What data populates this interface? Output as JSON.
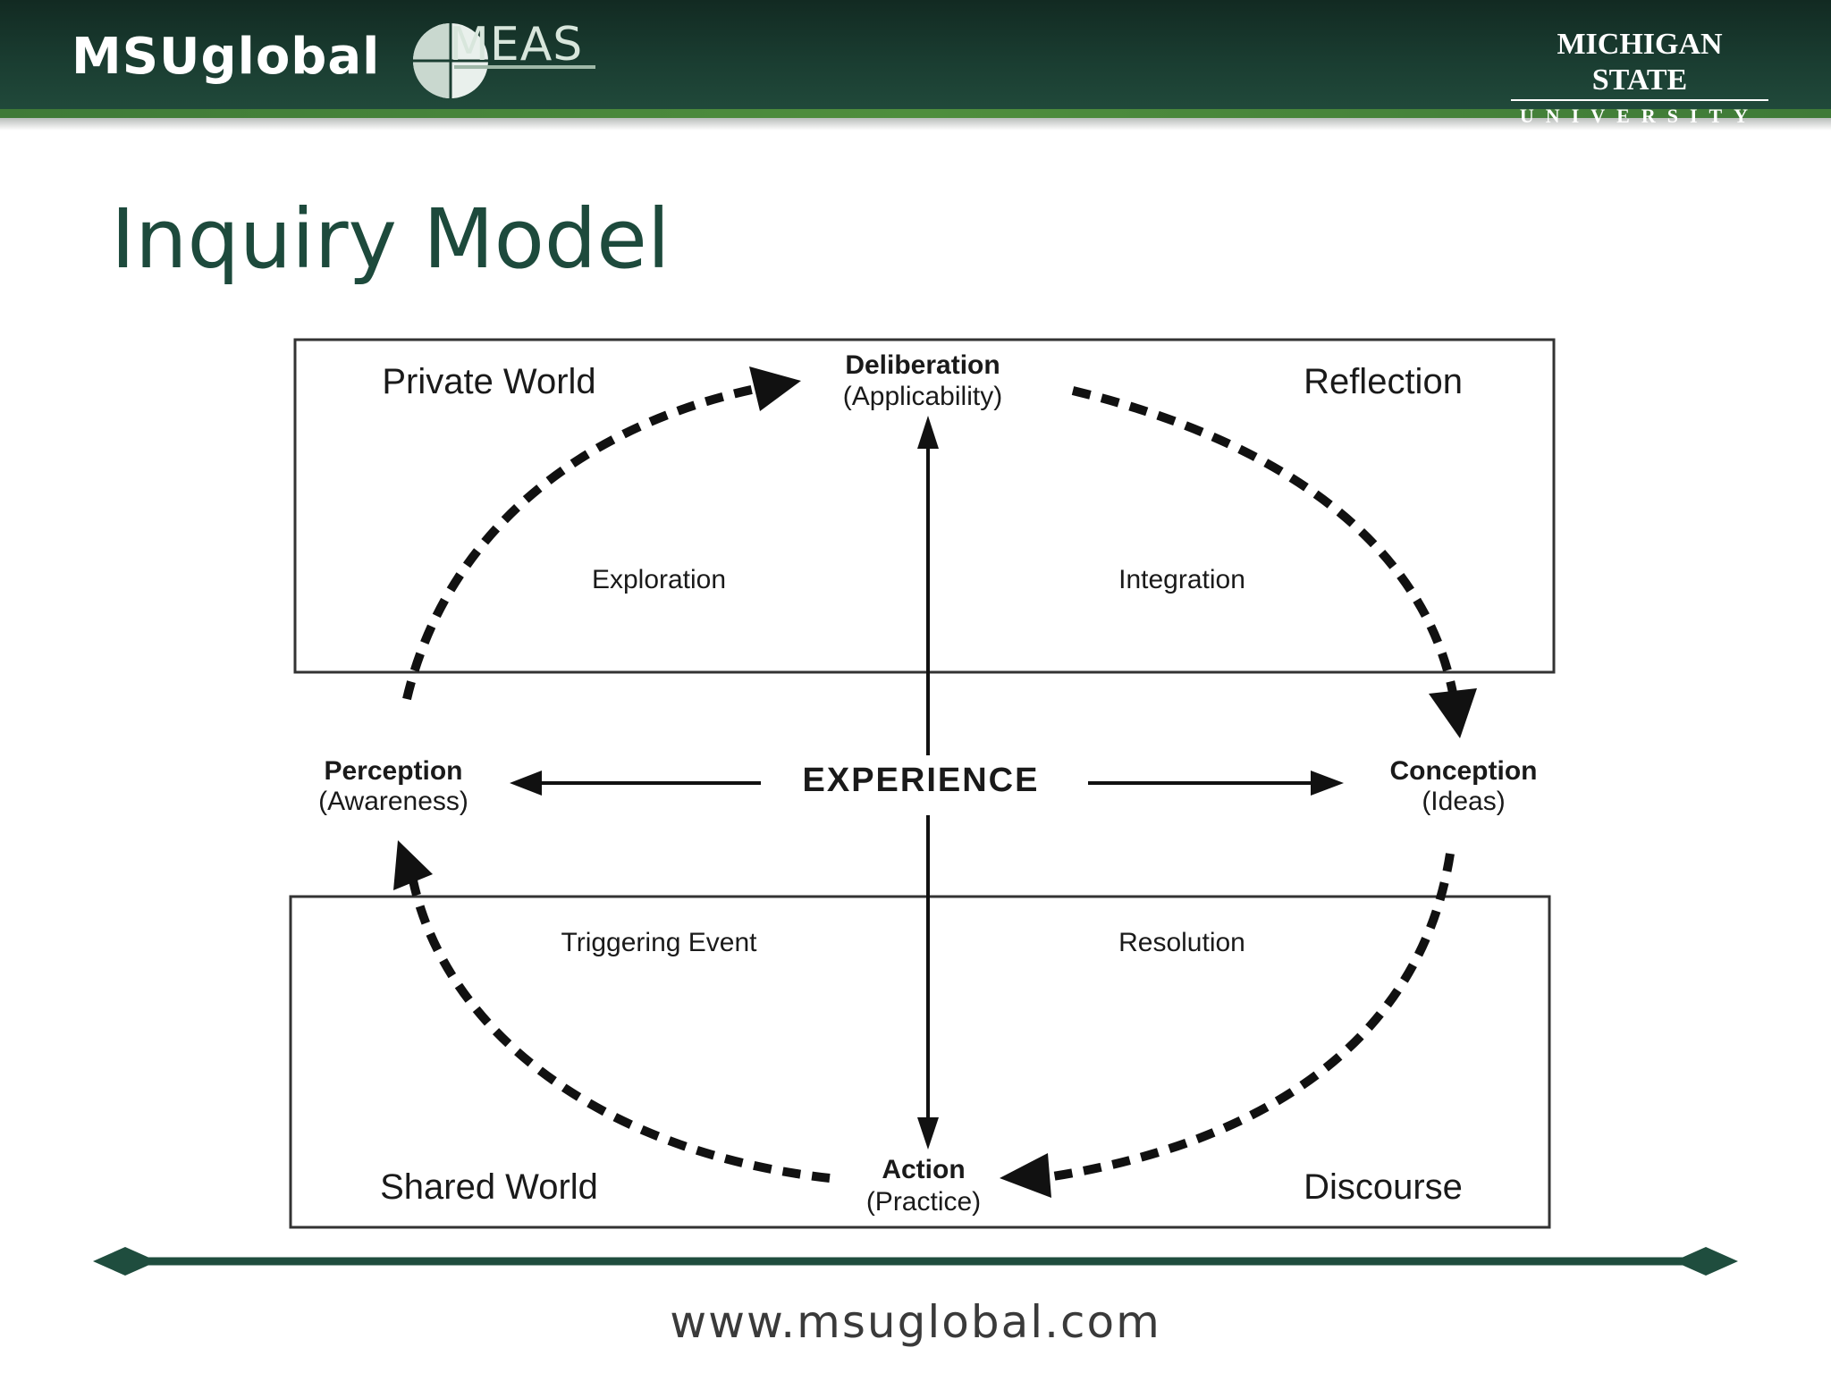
{
  "header": {
    "brand": "MSUglobal",
    "partner_logo_text": "MEAS",
    "university_name_top": "MICHIGAN STATE",
    "university_name_bottom": "UNIVERSITY"
  },
  "slide": {
    "title": "Inquiry Model"
  },
  "diagram": {
    "top_box": {
      "left_label": "Private World",
      "right_label": "Reflection",
      "left_inner": "Exploration",
      "right_inner": "Integration"
    },
    "bottom_box": {
      "left_label": "Shared World",
      "right_label": "Discourse",
      "left_inner": "Triggering Event",
      "right_inner": "Resolution"
    },
    "center": "EXPERIENCE",
    "nodes": {
      "top": {
        "title": "Deliberation",
        "subtitle": "(Applicability)"
      },
      "right": {
        "title": "Conception",
        "subtitle": "(Ideas)"
      },
      "bottom": {
        "title": "Action",
        "subtitle": "(Practice)"
      },
      "left": {
        "title": "Perception",
        "subtitle": "(Awareness)"
      }
    }
  },
  "footer": {
    "url": "www.msuglobal.com"
  },
  "colors": {
    "banner": "#1a3d31",
    "stripe": "#4f8e3d",
    "title": "#1d4a3c",
    "rule": "#1f4d3e"
  }
}
